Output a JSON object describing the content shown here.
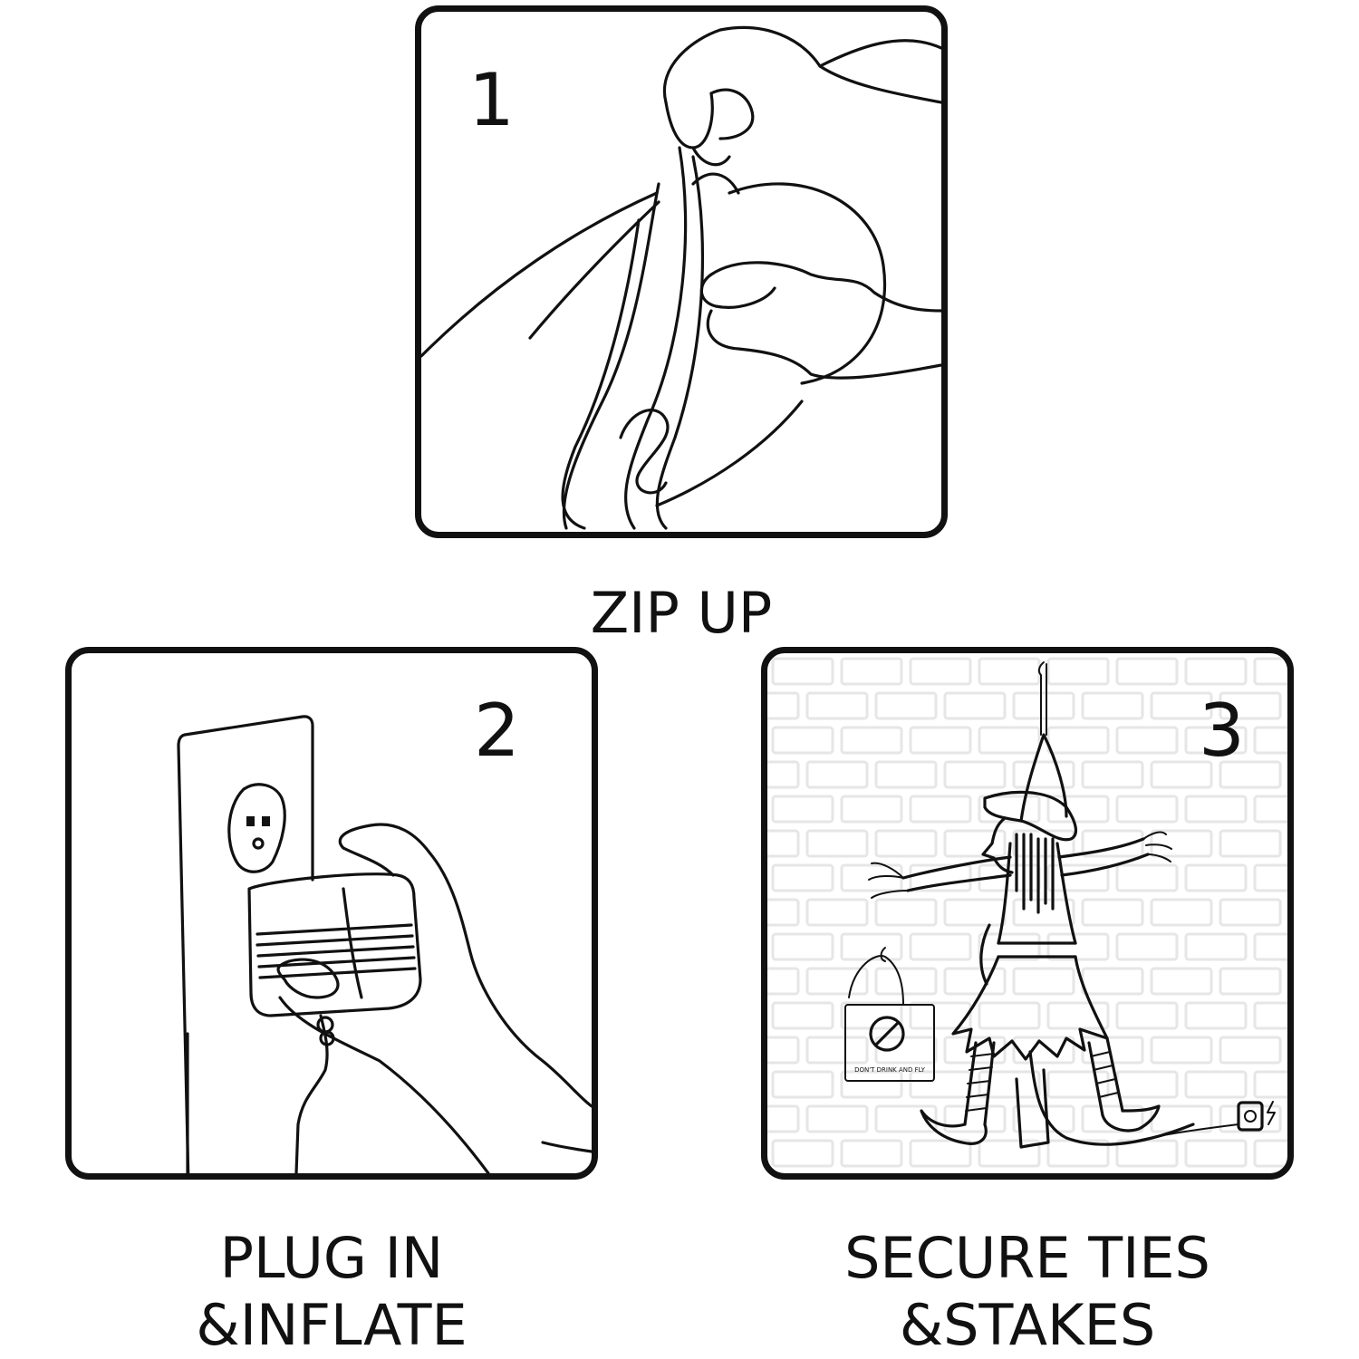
{
  "steps": [
    {
      "number": "1",
      "caption_lines": [
        "ZIP UP"
      ]
    },
    {
      "number": "2",
      "caption_lines": [
        "PLUG IN",
        "&INFLATE"
      ]
    },
    {
      "number": "3",
      "caption_lines": [
        "SECURE TIES",
        "&STAKES"
      ]
    }
  ],
  "sign_text": "DON'T DRINK AND FLY",
  "colors": {
    "ink": "#111111",
    "background": "#ffffff",
    "brick": "#e6e6e6"
  }
}
